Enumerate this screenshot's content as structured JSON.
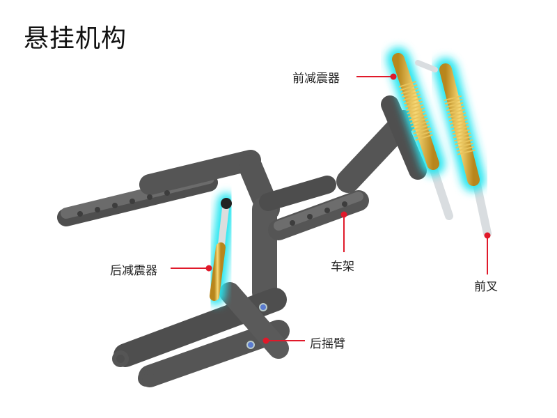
{
  "title": "悬挂机构",
  "labels": {
    "front_shock": "前减震器",
    "rear_shock": "后减震器",
    "frame": "车架",
    "front_fork": "前叉",
    "rear_swingarm": "后摇臂"
  },
  "colors": {
    "leader": "#e0192a",
    "beam": "#5e5e5e",
    "shock_gold": "#e3b23c",
    "glow": "#27e6f0"
  }
}
